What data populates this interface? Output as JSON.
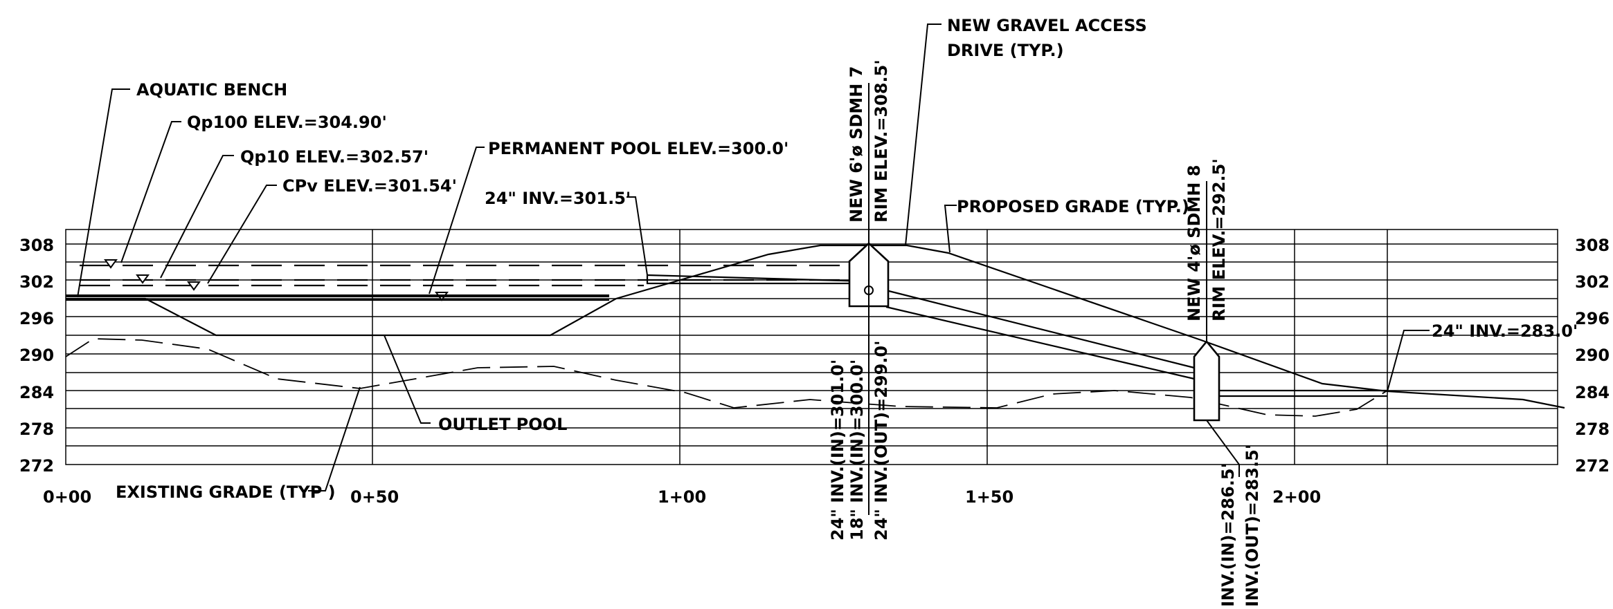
{
  "elevation_ticks": [
    "308",
    "302",
    "296",
    "290",
    "284",
    "278",
    "272"
  ],
  "station_ticks": [
    "0+00",
    "0+50",
    "1+00",
    "1+50",
    "2+00"
  ],
  "labels": {
    "aquatic_bench": "AQUATIC BENCH",
    "qp100": "Qp100 ELEV.=304.90'",
    "qp10": "Qp10 ELEV.=302.57'",
    "cpv": "CPv ELEV.=301.54'",
    "permanent_pool": "PERMANENT POOL ELEV.=300.0'",
    "inv_24_3015": "24\" INV.=301.5'",
    "gravel_drive_1": "NEW GRAVEL ACCESS",
    "gravel_drive_2": "DRIVE (TYP.)",
    "proposed_grade": "PROPOSED GRADE (TYP.)",
    "outlet_pool": "OUTLET POOL",
    "existing_grade": "EXISTING GRADE (TYP )",
    "inv_24_2830": "24\" INV.=283.0'"
  },
  "sdmh7": {
    "name": "NEW 6'ø SDMH 7",
    "rim": "RIM ELEV.=308.5'",
    "inv_in_24": "24\" INV.(IN)=301.0'",
    "inv_in_18": "18\" INV.(IN)=300.0'",
    "inv_out_24": "24\" INV.(OUT)=299.0'"
  },
  "sdmh8": {
    "name": "NEW 4'ø SDMH 8",
    "rim": "RIM ELEV.=292.5'",
    "inv_in": "INV.(IN)=286.5'",
    "inv_out": "INV.(OUT)=283.5'"
  }
}
